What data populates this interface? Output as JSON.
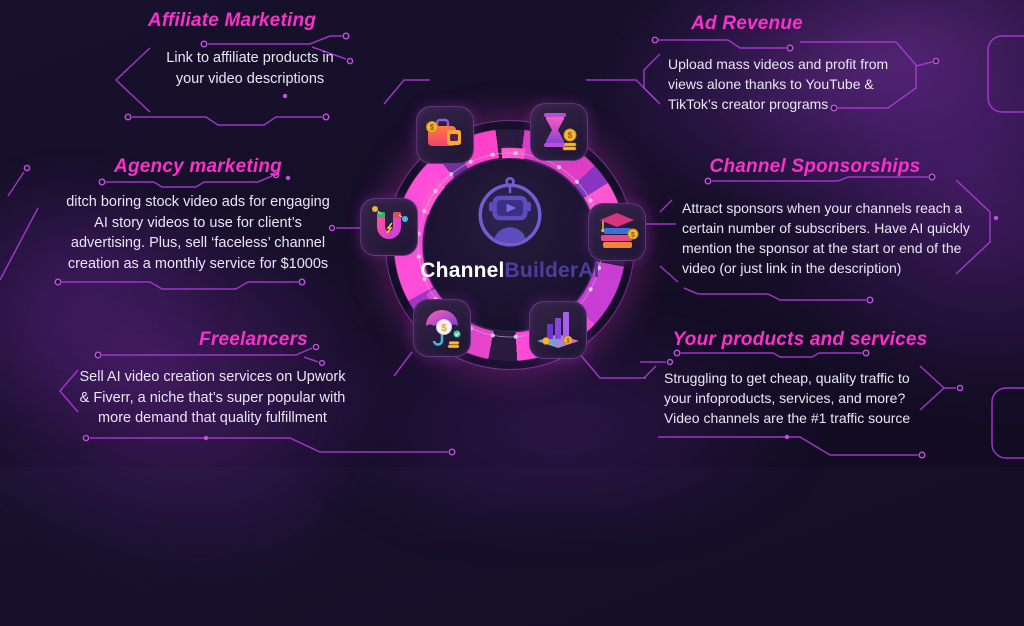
{
  "logo": {
    "part1": "Channel",
    "part2": "BuilderAI"
  },
  "sections": {
    "affiliate": {
      "title": "Affiliate Marketing",
      "body": "Link to affiliate products in\nyour video descriptions"
    },
    "ad_revenue": {
      "title": "Ad Revenue",
      "body": "Upload mass videos and profit from\nviews alone thanks to YouTube &\nTikTok’s creator programs"
    },
    "agency": {
      "title": "Agency marketing",
      "body": "ditch boring stock video ads for engaging\nAI story videos to use for client’s\nadvertising. Plus, sell ‘faceless’ channel\ncreation as a monthly service for $1000s"
    },
    "sponsorships": {
      "title": "Channel Sponsorships",
      "body": "Attract sponsors when your channels reach a\ncertain number of subscribers. Have AI quickly\nmention the sponsor at the start or end of the\nvideo (or just link in the description)"
    },
    "freelancers": {
      "title": "Freelancers",
      "body": "Sell AI video creation services on Upwork\n& Fiverr, a niche that’s super popular with\nmore demand that quality fulfillment"
    },
    "products": {
      "title": "Your products and services",
      "body": "Struggling to get cheap, quality traffic to\nyour infoproducts, services, and more?\nVideo channels are the #1 traffic source"
    }
  },
  "hub": {
    "icons": [
      "briefcase-money",
      "hourglass-coins",
      "magnet",
      "books-graduation-coins",
      "umbrella-dollar",
      "growth-chart-coins"
    ]
  },
  "colors": {
    "background": "#140e28",
    "heading_pink": "#f832c9",
    "body_text": "#e9e6f4",
    "circuit_purple": "#a93bd2",
    "ring_pink": "#ff4fd4",
    "logo_purple": "#4d3e9a"
  }
}
